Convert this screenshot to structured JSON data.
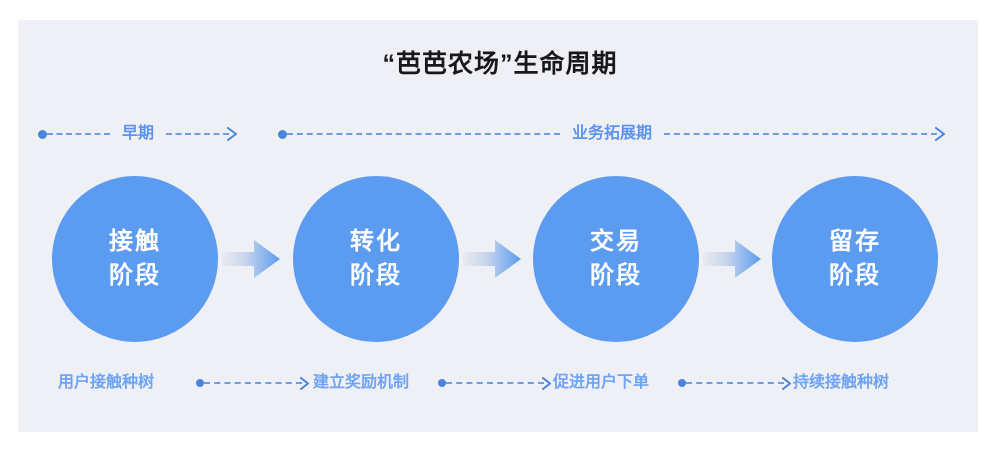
{
  "page": {
    "title": "“芭芭农场”生命周期",
    "background_color": "#ffffff",
    "panel_color": "#eff0f5",
    "accent_color": "#5b9bf0",
    "dotted_line_color": "#6e9ce4",
    "caption_color": "#6ea4f3",
    "title_color": "#17181a"
  },
  "phases": [
    {
      "label": "早期",
      "start_dot": true,
      "end_arrow": true
    },
    {
      "label": "业务拓展期",
      "start_dot": true,
      "end_arrow": true
    }
  ],
  "stages": [
    {
      "line1": "接触",
      "line2": "阶段"
    },
    {
      "line1": "转化",
      "line2": "阶段"
    },
    {
      "line1": "交易",
      "line2": "阶段"
    },
    {
      "line1": "留存",
      "line2": "阶段"
    }
  ],
  "stage_arrows": [
    {
      "name": "arrow-contact-to-conversion"
    },
    {
      "name": "arrow-conversion-to-transaction"
    },
    {
      "name": "arrow-transaction-to-retention"
    }
  ],
  "captions": [
    {
      "label": "用户接触种树"
    },
    {
      "label": "建立奖励机制"
    },
    {
      "label": "促进用户下单"
    },
    {
      "label": "持续接触种树"
    }
  ],
  "caption_connectors": [
    {
      "name": "caption-connector-1"
    },
    {
      "name": "caption-connector-2"
    },
    {
      "name": "caption-connector-3"
    }
  ],
  "chart_data": {
    "type": "diagram",
    "diagram_type": "lifecycle-funnel",
    "title": "“芭芭农场”生命周期",
    "nodes": [
      "接触阶段",
      "转化阶段",
      "交易阶段",
      "留存阶段"
    ],
    "node_captions": [
      "用户接触种树",
      "建立奖励机制",
      "促进用户下单",
      "持续接触种树"
    ],
    "phase_groups": [
      {
        "label": "早期",
        "covers": [
          "接触阶段"
        ]
      },
      {
        "label": "业务拓展期",
        "covers": [
          "转化阶段",
          "交易阶段",
          "留存阶段"
        ]
      }
    ],
    "flow_direction": "left-to-right"
  }
}
